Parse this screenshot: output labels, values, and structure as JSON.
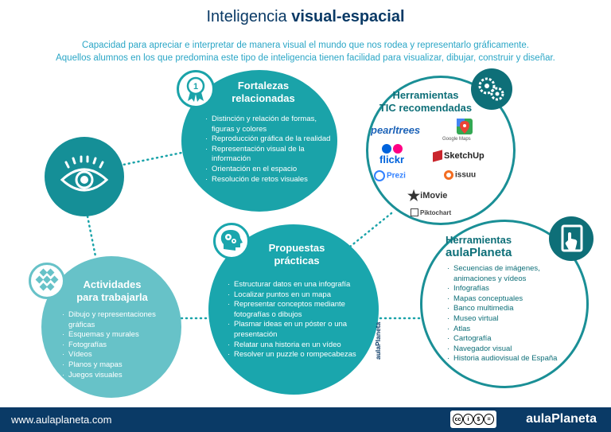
{
  "header": {
    "title_plain": "Inteligencia ",
    "title_bold": "visual-espacial",
    "subtitle_line1": "Capacidad para apreciar e interpretar de manera visual el mundo que nos rodea y representarlo gráficamente.",
    "subtitle_line2": "Aquellos alumnos en los que predomina este tipo de inteligencia tienen facilidad para visualizar, dibujar, construir y diseñar."
  },
  "fortalezas": {
    "title_line1": "Fortalezas",
    "title_line2": "relacionadas",
    "items": [
      "Distinción y relación de formas, figuras y colores",
      "Reproducción gráfica de la realidad",
      "Representación visual de la información",
      "Orientación en el espacio",
      "Resolución de retos visuales"
    ]
  },
  "actividades": {
    "title_line1": "Actividades",
    "title_line2": "para trabajarla",
    "items": [
      "Dibujo y representaciones gráficas",
      "Esquemas y murales",
      "Fotografías",
      "Vídeos",
      "Planos y mapas",
      "Juegos visuales"
    ]
  },
  "propuestas": {
    "title_line1": "Propuestas",
    "title_line2": "prácticas",
    "items": [
      "Estructurar datos en una infografía",
      "Localizar puntos en un mapa",
      "Representar conceptos mediante fotografías o dibujos",
      "Plasmar ideas en un póster o una presentación",
      "Relatar una historia en un vídeo",
      "Resolver un puzzle o rompecabezas"
    ]
  },
  "tic": {
    "title_line1": "Herramientas",
    "title_line2": "TIC recomendadas",
    "tools": {
      "pearltrees": "pearltrees",
      "googlemaps": "Google Maps",
      "flickr": "flickr",
      "sketchup": "SketchUp",
      "prezi": "Prezi",
      "issuu": "issuu",
      "imovie": "iMovie",
      "piktochart": "Piktochart"
    },
    "colors": {
      "flickr_blue": "#0063dc",
      "flickr_pink": "#ff0084",
      "sketchup_red": "#c9252c",
      "issuu_orange": "#f36d21"
    }
  },
  "aula": {
    "title_line1": "Herramientas",
    "title_brand": "aulaPlaneta",
    "items": [
      "Secuencias de imágenes, animaciones y vídeos",
      "Infografías",
      "Mapas conceptuales",
      "Banco multimedia",
      "Museo virtual",
      "Atlas",
      "Cartografía",
      "Navegador visual",
      "Historia audiovisual de España"
    ]
  },
  "sideword": "aulaPlaneta",
  "footer": {
    "url": "www.aulaplaneta.com",
    "license": "BY NC ND",
    "brand": "aulaPlaneta"
  },
  "icons": [
    "medal-icon",
    "eye-icon",
    "puzzle-icon",
    "head-gears-icon",
    "gears-icon",
    "tablet-touch-icon",
    "cc-license-icon"
  ],
  "colors": {
    "navy": "#0a3a66",
    "teal": "#1aa3a9",
    "teal_dark": "#0e6f78",
    "teal_light": "#67c2c8",
    "cyan_text": "#2aa6c6"
  }
}
